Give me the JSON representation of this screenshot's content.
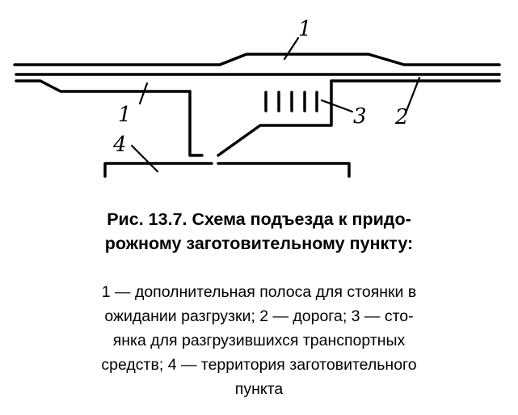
{
  "figure": {
    "callouts": {
      "label_1_top": "1",
      "label_1_left": "1",
      "label_2": "2",
      "label_3": "3",
      "label_4": "4"
    }
  },
  "caption": {
    "title_lines": [
      "Рис. 13.7. Схема подъезда к придо-",
      "рожному заготовительному пункту:"
    ],
    "legend_lines": [
      "1 — дополнительная полоса для стоянки в",
      "ожидании разгрузки; 2 — дорога; 3 — сто-",
      "янка для разгрузившихся транспортных",
      "средств; 4 — территория заготовительного",
      "пункта"
    ]
  }
}
